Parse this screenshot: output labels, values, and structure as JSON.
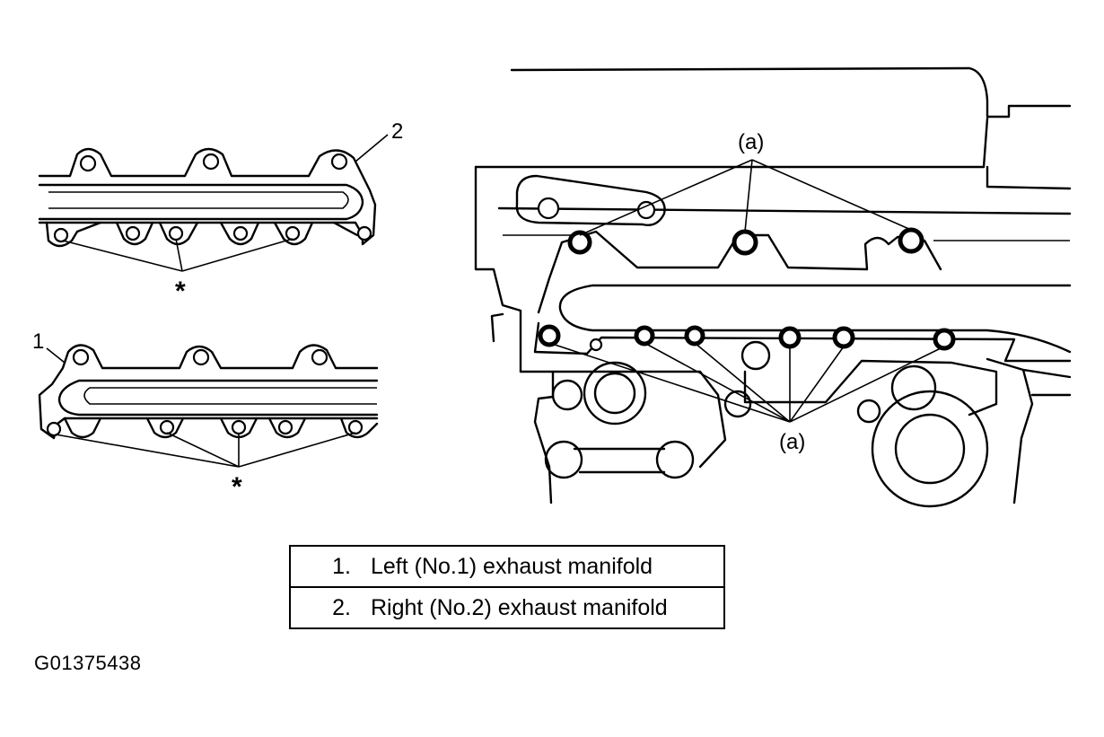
{
  "labels": {
    "part_1": "1",
    "part_2": "2",
    "asterisk": "*",
    "bolt_callout": "(a)"
  },
  "legend": [
    {
      "num": "1.",
      "text": "Left (No.1) exhaust manifold"
    },
    {
      "num": "2.",
      "text": "Right (No.2) exhaust manifold"
    }
  ],
  "figure_code": "G01375438"
}
